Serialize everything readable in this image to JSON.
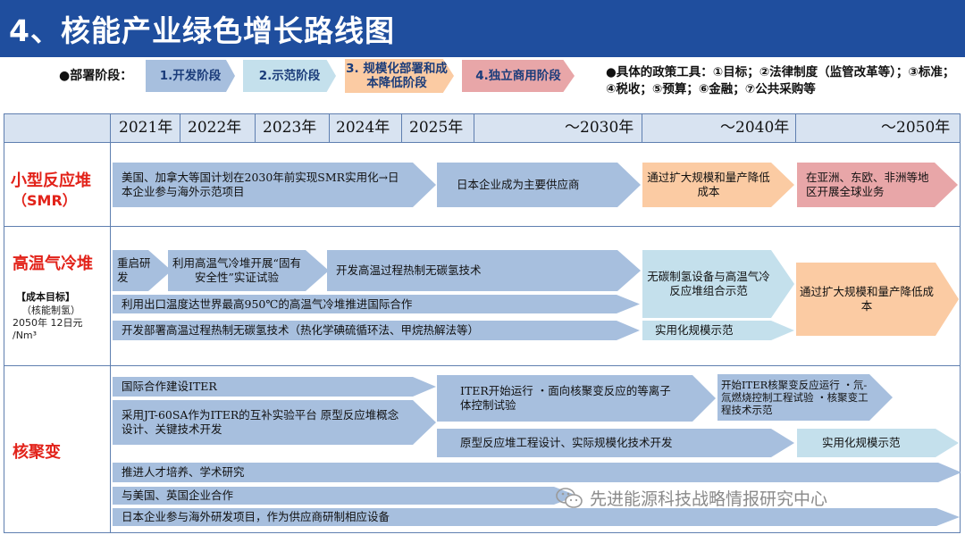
{
  "title": "4、核能产业绿色增长路线图",
  "deploy_label": "●部署阶段：",
  "phases": [
    "1.开发阶段",
    "2.示范阶段",
    "3. 规模化部署和成本降低阶段",
    "4.独立商用阶段"
  ],
  "policy_text": "●具体的政策工具：①目标；②法律制度（监管改革等）；③标准；④税收；⑤预算；⑥金融；⑦公共采购等",
  "years": [
    "2021年",
    "2022年",
    "2023年",
    "2024年",
    "2025年",
    "～2030年",
    "～2040年",
    "～2050年"
  ],
  "rows": {
    "smr": {
      "label1": "小型反应堆",
      "label2": "（SMR）"
    },
    "htgr": {
      "label": "高温气冷堆",
      "cost_title": "【成本目标】",
      "cost_1": "（核能制氢）",
      "cost_2": "2050年 12日元",
      "cost_3": "/Nm³"
    },
    "fusion": {
      "label": "核聚变"
    }
  },
  "bars": {
    "smr_1": "美国、加拿大等国计划在2030年前实现SMR实用化→日本企业参与海外示范项目",
    "smr_2": "日本企业成为主要供应商",
    "smr_3": "通过扩大规模和量产降低成本",
    "smr_4": "在亚洲、东欧、非洲等地区开展全球业务",
    "h_1": "重启研发",
    "h_2": "利用高温气冷堆开展“固有安全性”实证试验",
    "h_3": "开发高温过程热制无碳氢技术",
    "h_4": "无碳制氢设备与高温气冷反应堆组合示范",
    "h_5": "通过扩大规模和量产降低成本",
    "h_6": "利用出口温度达世界最高950℃的高温气冷堆推进国际合作",
    "h_7": "开发部署高温过程热制无碳氢技术（热化学碘硫循环法、甲烷热解法等）",
    "h_8": "实用化规模示范",
    "f_1": "国际合作建设ITER",
    "f_2": "ITER开始运行 ・面向核聚变反应的等离子体控制试验",
    "f_3": "开始ITER核聚变反应运行 ・氘-氚燃烧控制工程试验 ・核聚变工程技术示范",
    "f_4": "采用JT-60SA作为ITER的互补实验平台 原型反应堆概念设计、关键技术开发",
    "f_5": "原型反应堆工程设计、实际规模化技术开发",
    "f_6": "实用化规模示范",
    "f_7": "推进人才培养、学术研究",
    "f_8": "与美国、英国企业合作",
    "f_9": "日本企业参与海外研发项目，作为供应商研制相应设备"
  },
  "watermark": "先进能源科技战略情报研究中心",
  "colors": {
    "title_bg": "#1f4e9e",
    "row_label": "#e2231a",
    "blue_bar": "#a7bfde",
    "light_blue_bar": "#c4e0ec",
    "orange_bar": "#fbcba3",
    "pink_bar": "#e8a6a8"
  }
}
